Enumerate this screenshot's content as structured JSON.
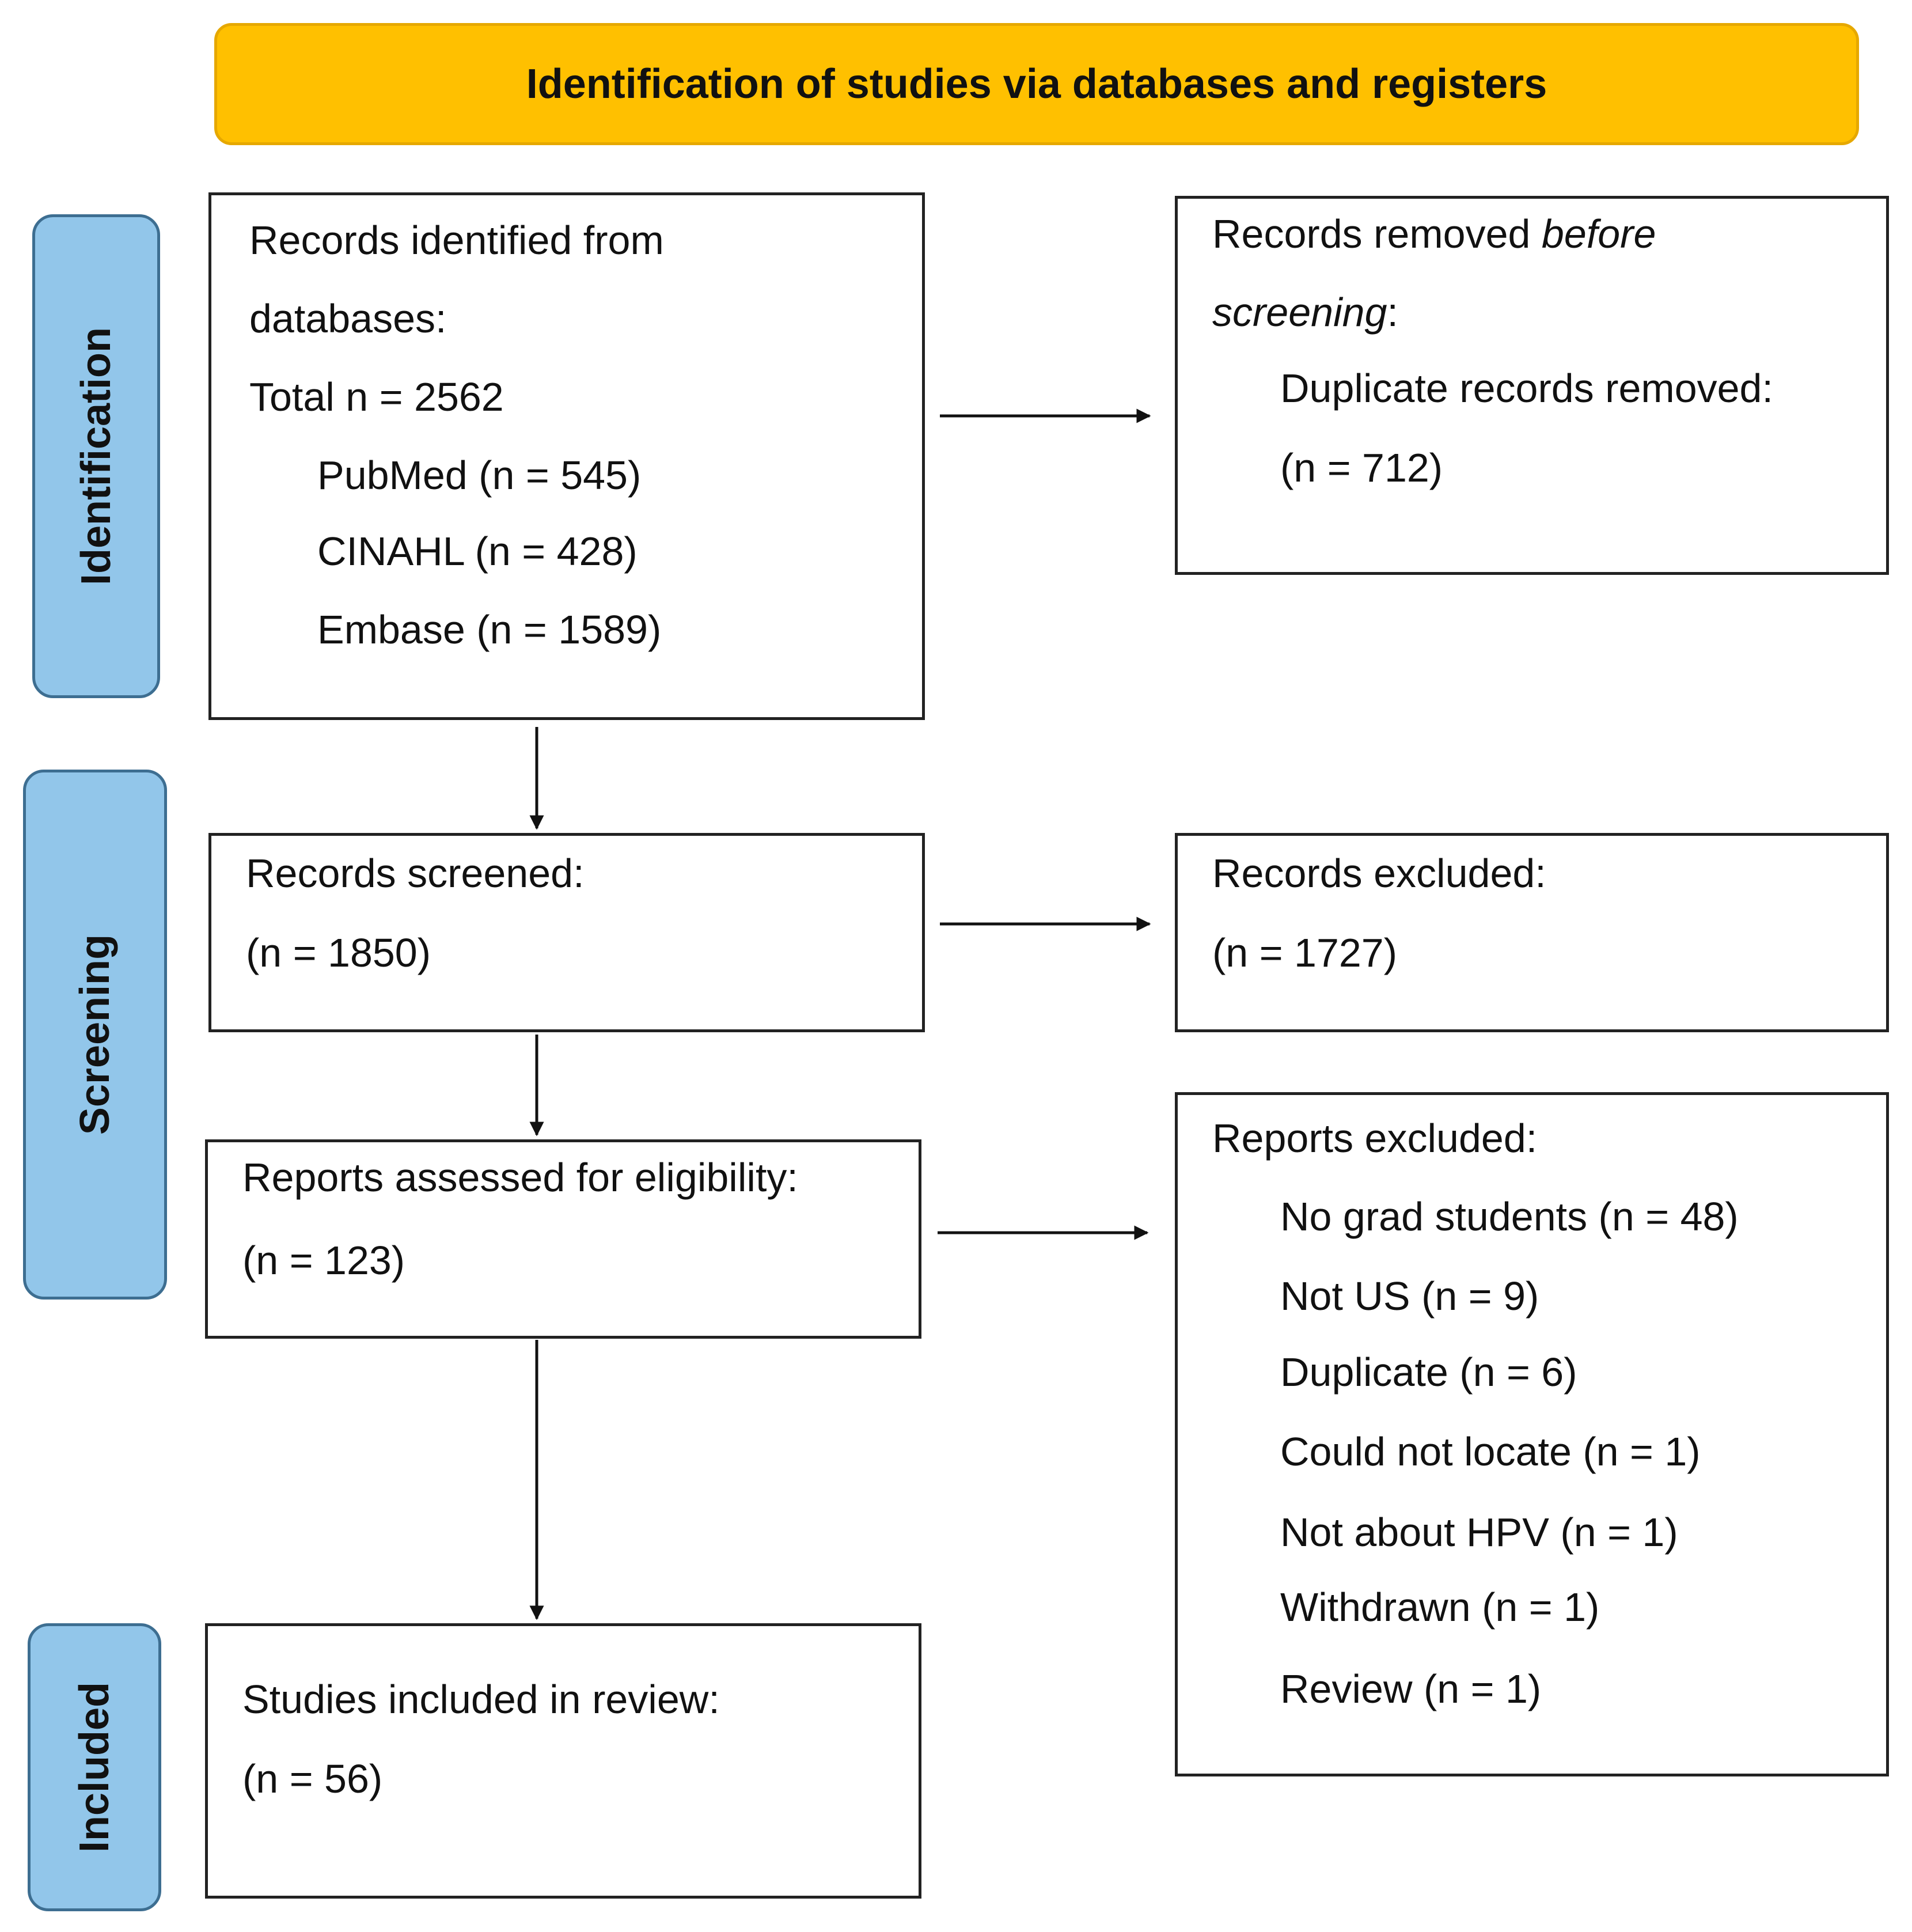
{
  "header": {
    "title": "Identification of studies via databases and registers"
  },
  "stages": {
    "identification": "Identification",
    "screening": "Screening",
    "included": "Included"
  },
  "identified": {
    "line1": "Records identified from",
    "line2": "databases:",
    "total": "Total n = 2562",
    "sources": [
      "PubMed (n = 545)",
      "CINAHL (n = 428)",
      "Embase (n = 1589)"
    ]
  },
  "removed": {
    "prefix": "Records removed ",
    "emph1": "before",
    "emph2": "screening",
    "suffix": ":",
    "line3": "Duplicate records removed:",
    "line4": "(n = 712)"
  },
  "screened": {
    "label": "Records screened:",
    "count": "(n = 1850)"
  },
  "records_excluded": {
    "label": "Records excluded:",
    "count": "(n = 1727)"
  },
  "assessed": {
    "label": "Reports assessed for eligibility:",
    "count": "(n = 123)"
  },
  "reports_excluded": {
    "label": "Reports excluded:",
    "reasons": [
      "No grad students (n = 48)",
      "Not US (n = 9)",
      "Duplicate (n = 6)",
      "Could not locate (n = 1)",
      "Not about HPV (n = 1)",
      "Withdrawn (n = 1)",
      "Review (n = 1)"
    ]
  },
  "included": {
    "label": "Studies included in review:",
    "count": "(n = 56)"
  },
  "colors": {
    "header_fill": "#FFC000",
    "stage_fill": "#92C6EA",
    "stage_border": "#3D6E91",
    "box_border": "#222222",
    "arrow": "#111111"
  }
}
